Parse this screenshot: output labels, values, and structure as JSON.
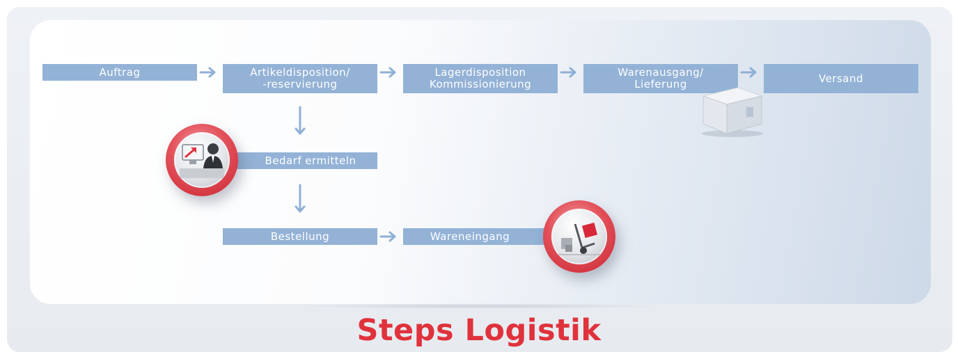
{
  "title": "Steps Logistik",
  "steps": {
    "auftrag": [
      "Auftrag"
    ],
    "artikeldisposition": [
      "Artikeldisposition/",
      "-reservierung"
    ],
    "lagerdisposition": [
      "Lagerdisposition",
      "Kommissionierung"
    ],
    "warenausgang": [
      "Warenausgang/",
      "Lieferung"
    ],
    "versand": [
      "Versand"
    ],
    "bedarf": [
      "Bedarf ermitteln"
    ],
    "bestellung": [
      "Bestellung"
    ],
    "wareneingang": [
      "Wareneingang"
    ]
  },
  "icons": {
    "bedarf": "person-monitor-icon",
    "wareneingang": "hand-truck-icon",
    "warenausgang": "package-box-icon"
  },
  "colors": {
    "step": "#93b2d6",
    "arrow": "#8fb0d6",
    "accent": "#e0323c"
  }
}
